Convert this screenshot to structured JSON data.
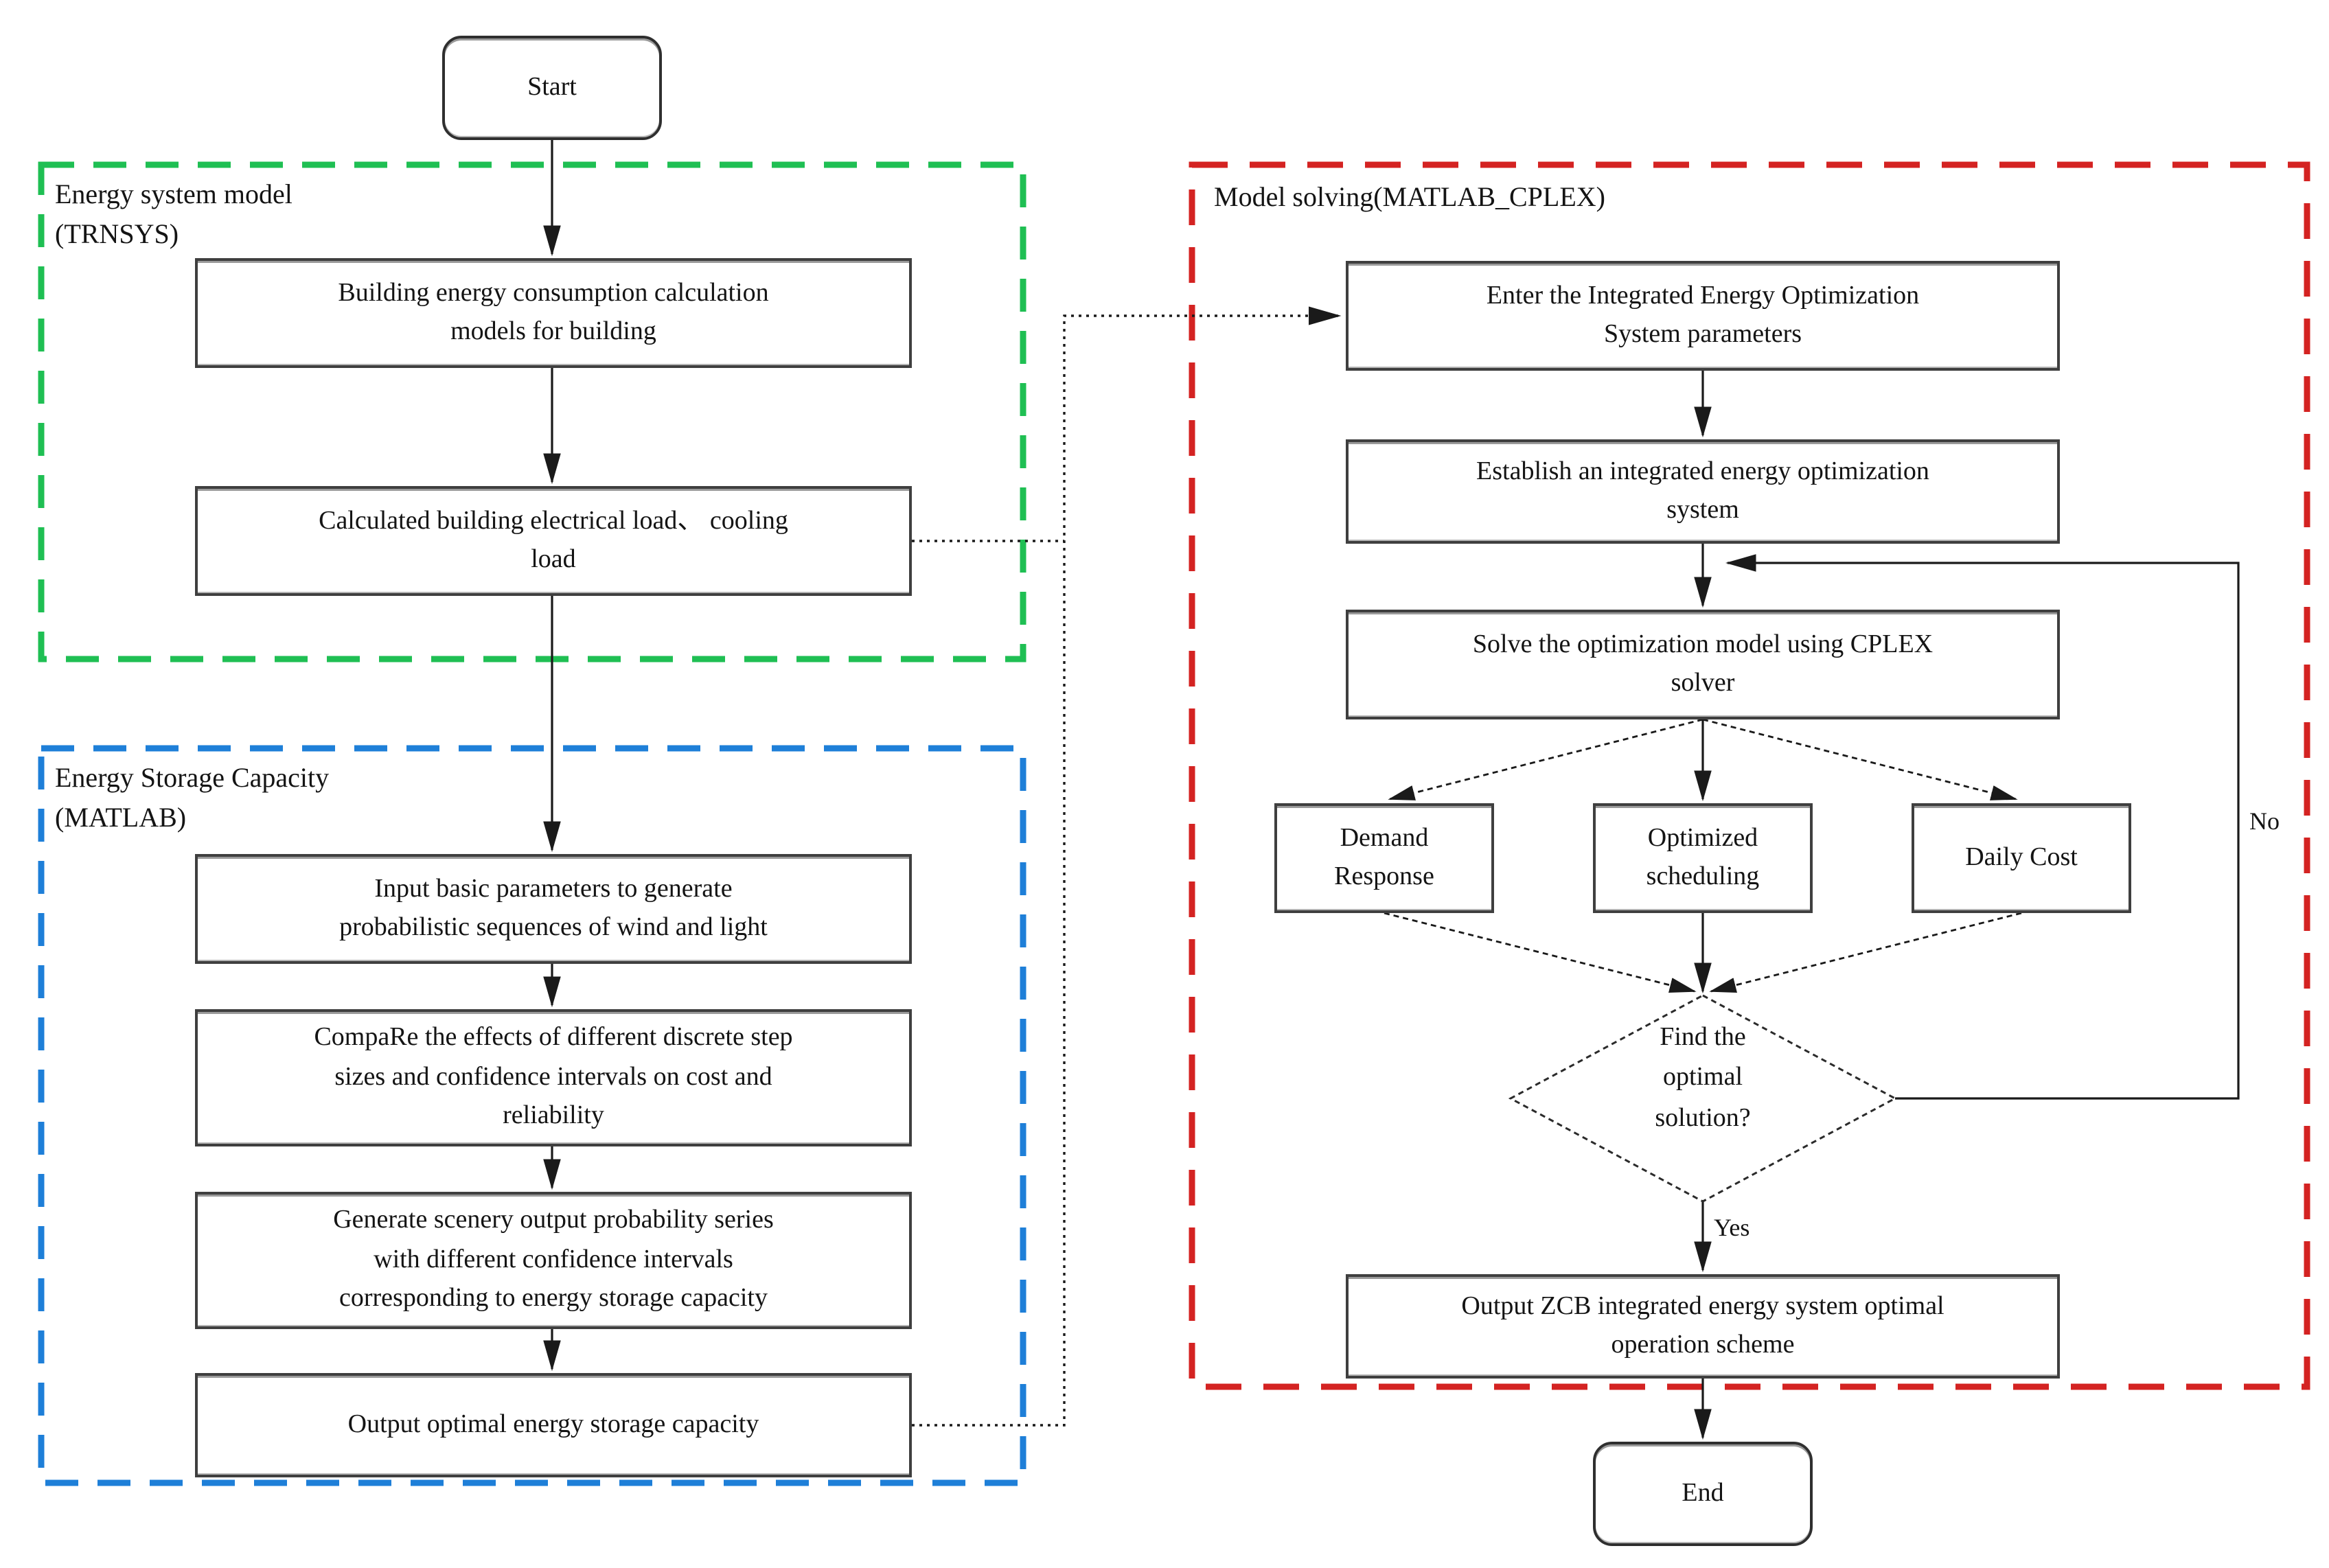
{
  "figure": {
    "type": "flowchart",
    "background": "#ffffff",
    "edge_color": "#1a1a1a"
  },
  "groups": {
    "trnsys": {
      "label": "Energy system model\n(TRNSYS)",
      "color": "#1fbf53"
    },
    "storage": {
      "label": "Energy Storage Capacity\n(MATLAB)",
      "color": "#1e7fd8"
    },
    "solving": {
      "label": "Model solving(MATLAB_CPLEX)",
      "color": "#d42322"
    }
  },
  "nodes": {
    "start": "Start",
    "a1": "Building energy consumption calculation\nmodels for building",
    "a2": "Calculated building electrical load、 cooling\nload",
    "b1": "Input basic parameters to generate\nprobabilistic sequences of wind and light",
    "b2": "CompaRe the effects of different discrete step\nsizes and confidence intervals on cost and\nreliability",
    "b3": "Generate scenery output probability series\nwith different confidence intervals\ncorresponding to energy storage capacity",
    "b4": "Output optimal energy storage capacity",
    "c1": "Enter the Integrated Energy Optimization\nSystem parameters",
    "c2": "Establish an integrated energy optimization\nsystem",
    "c3": "Solve the optimization model using CPLEX\nsolver",
    "d1": "Demand\nResponse",
    "d2": "Optimized\nscheduling",
    "d3": "Daily Cost",
    "decision": "Find the\noptimal\nsolution?",
    "c4": "Output ZCB integrated energy system optimal\noperation scheme",
    "end": "End"
  },
  "edge_labels": {
    "yes": "Yes",
    "no": "No"
  }
}
